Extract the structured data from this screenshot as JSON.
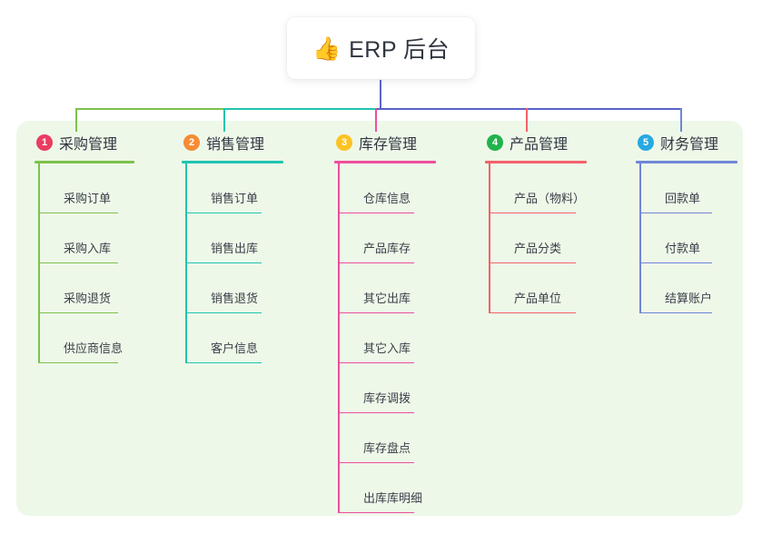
{
  "diagram": {
    "type": "mindmap-org-chart",
    "root": {
      "icon": "thumbs-up-icon",
      "emoji": "👍",
      "title": "ERP 后台"
    },
    "panel_color": "#eef8e9",
    "background_color": "#ffffff",
    "trunk_color": "#5a63c8",
    "branches": [
      {
        "index": "1",
        "title": "采购管理",
        "badge_color": "#ea3d62",
        "line_color": "#7dc24b",
        "items": [
          {
            "label": "采购订单"
          },
          {
            "label": "采购入库"
          },
          {
            "label": "采购退货"
          },
          {
            "label": "供应商信息"
          }
        ]
      },
      {
        "index": "2",
        "title": "销售管理",
        "badge_color": "#f68c34",
        "line_color": "#20c4b0",
        "items": [
          {
            "label": "销售订单"
          },
          {
            "label": "销售出库"
          },
          {
            "label": "销售退货"
          },
          {
            "label": "客户信息"
          }
        ]
      },
      {
        "index": "3",
        "title": "库存管理",
        "badge_color": "#fcc324",
        "line_color": "#ec4e9e",
        "items": [
          {
            "label": "仓库信息"
          },
          {
            "label": "产品库存"
          },
          {
            "label": "其它出库"
          },
          {
            "label": "其它入库"
          },
          {
            "label": "库存调拨"
          },
          {
            "label": "库存盘点"
          },
          {
            "label": "出库库明细"
          }
        ]
      },
      {
        "index": "4",
        "title": "产品管理",
        "badge_color": "#22b24c",
        "line_color": "#f4616a",
        "items": [
          {
            "label": "产品（物料）"
          },
          {
            "label": "产品分类"
          },
          {
            "label": "产品单位"
          }
        ]
      },
      {
        "index": "5",
        "title": "财务管理",
        "badge_color": "#27a9e3",
        "line_color": "#6f86d6",
        "items": [
          {
            "label": "回款单"
          },
          {
            "label": "付款单"
          },
          {
            "label": "结算账户"
          }
        ]
      }
    ]
  }
}
